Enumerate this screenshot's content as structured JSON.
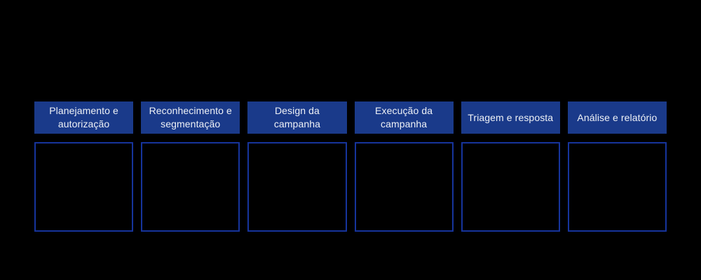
{
  "diagram": {
    "kind": "process-pipeline",
    "stages": [
      {
        "label": "Planejamento e autorização"
      },
      {
        "label": "Reconhecimento e segmentação"
      },
      {
        "label": "Design da campanha"
      },
      {
        "label": "Execução da campanha"
      },
      {
        "label": "Triagem e resposta"
      },
      {
        "label": "Análise e relatório"
      }
    ],
    "colors": {
      "background": "#000000",
      "header_fill": "#1a3a8a",
      "header_text": "#eef1f6",
      "box_border": "#16349c"
    }
  }
}
